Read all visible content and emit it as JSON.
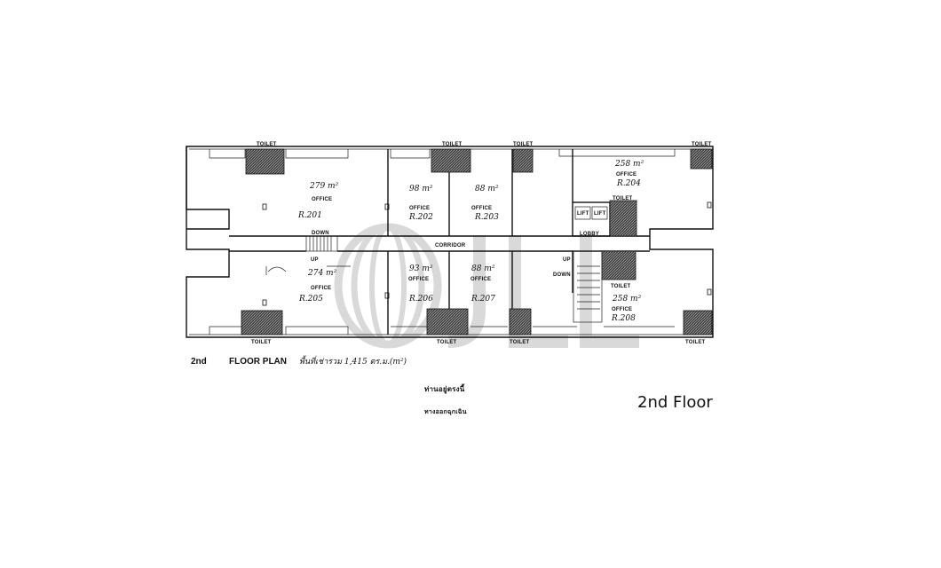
{
  "toilet_label": "TOILET",
  "office_label": "OFFICE",
  "corridor_label": "CORRIDOR",
  "lobby_label": "LOBBY",
  "lift_label": "LIFT",
  "up_label": "UP",
  "down_label": "DOWN",
  "rooms": [
    {
      "id": "R.201",
      "area": "279 m²"
    },
    {
      "id": "R.202",
      "area": "98 m²"
    },
    {
      "id": "R.203",
      "area": "88 m²"
    },
    {
      "id": "R.204",
      "area": "258 m²"
    },
    {
      "id": "R.205",
      "area": "274 m²"
    },
    {
      "id": "R.206",
      "area": "93 m²"
    },
    {
      "id": "R.207",
      "area": "88 m²"
    },
    {
      "id": "R.208",
      "area": "258 m²"
    }
  ],
  "legend": {
    "floor_number": "2nd",
    "plan_label": "FLOOR PLAN",
    "handwritten_note": "พื้นที่เช่ารวม 1,415 ตร.ม.(m²)",
    "you_are_here": "ท่านอยู่ตรงนี้",
    "emergency_exit": "ทางออกฉุกเฉิน"
  },
  "watermark": "JLL",
  "caption": "2nd Floor"
}
